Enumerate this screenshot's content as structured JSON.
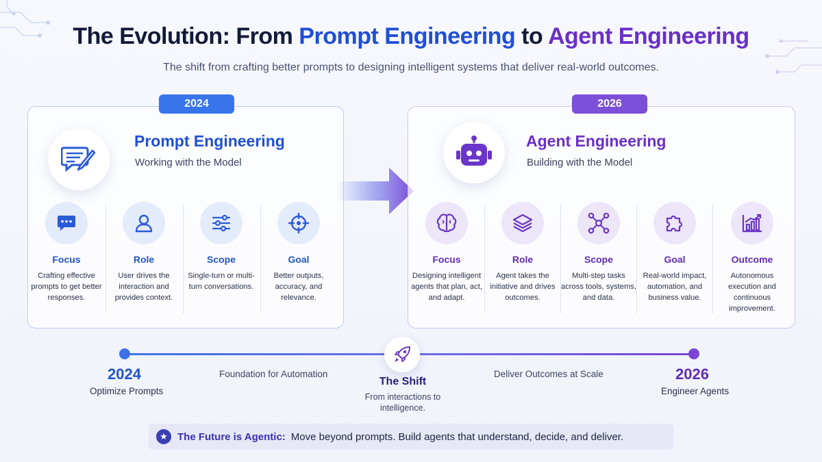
{
  "title": {
    "part1": "The Evolution: From ",
    "part2": "Prompt Engineering",
    "part3": " to ",
    "part4": "Agent Engineering"
  },
  "subtitle": "The shift from crafting better prompts to designing intelligent systems that deliver real-world outcomes.",
  "colors": {
    "blue": "#1f4fd6",
    "purple": "#6a2fc8",
    "blue_tag": "#3874ec",
    "purple_tag": "#7c4fd8"
  },
  "left_panel": {
    "year": "2024",
    "icon": "chat-edit-icon",
    "title": "Prompt Engineering",
    "subtitle": "Working with the Model",
    "columns": [
      {
        "icon": "chat-bubble-icon",
        "label": "Focus",
        "desc": "Crafting effective prompts to get better responses."
      },
      {
        "icon": "user-icon",
        "label": "Role",
        "desc": "User drives the interaction and provides context."
      },
      {
        "icon": "sliders-icon",
        "label": "Scope",
        "desc": "Single-turn or multi-turn conversations."
      },
      {
        "icon": "crosshair-icon",
        "label": "Goal",
        "desc": "Better outputs, accuracy, and relevance."
      }
    ]
  },
  "right_panel": {
    "year": "2026",
    "icon": "robot-icon",
    "title": "Agent Engineering",
    "subtitle": "Building with the Model",
    "columns": [
      {
        "icon": "brain-icon",
        "label": "Focus",
        "desc": "Designing intelligent agents that plan, act, and adapt."
      },
      {
        "icon": "layers-icon",
        "label": "Role",
        "desc": "Agent takes the initiative and drives outcomes."
      },
      {
        "icon": "network-icon",
        "label": "Scope",
        "desc": "Multi-step tasks across tools, systems, and data."
      },
      {
        "icon": "puzzle-icon",
        "label": "Goal",
        "desc": "Real-world impact, automation, and business value."
      },
      {
        "icon": "bar-chart-icon",
        "label": "Outcome",
        "desc": "Autonomous execution and continuous improvement."
      }
    ]
  },
  "timeline": {
    "start_year": "2024",
    "start_label": "Optimize Prompts",
    "mid_left": "Foundation for Automation",
    "shift_title": "The Shift",
    "shift_desc": "From interactions to intelligence.",
    "mid_right": "Deliver Outcomes at Scale",
    "end_year": "2026",
    "end_label": "Engineer Agents"
  },
  "footer": {
    "key": "The Future is Agentic:",
    "text": "Move beyond prompts. Build agents that understand, decide, and deliver."
  }
}
